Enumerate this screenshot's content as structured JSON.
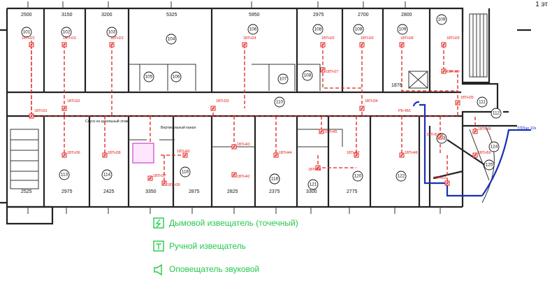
{
  "floor_label": "1 эт",
  "dimensions_top": [
    "2500",
    "3150",
    "3200",
    "5325",
    "5950",
    "2975",
    "2700",
    "2800"
  ],
  "dimensions_bottom": [
    "2525",
    "2975",
    "2425",
    "3350",
    "2875",
    "2825",
    "2375",
    "3300",
    "2775"
  ],
  "dimension_mid": "1876",
  "rooms": [
    "101",
    "102",
    "103",
    "104",
    "105",
    "106",
    "106",
    "107",
    "108",
    "108",
    "108",
    "109",
    "109",
    "110",
    "111",
    "112",
    "113",
    "114",
    "116",
    "118",
    "118",
    "120",
    "121",
    "122",
    "123",
    "124",
    "125"
  ],
  "detectors": [
    "1ВТН22",
    "1ВТН19",
    "1ВТН23",
    "1ВТН24",
    "1ВТН25",
    "1ВТН26",
    "1ВТН28",
    "1ВТН29",
    "1ВТН27",
    "1ВТН30",
    "1ВТН31",
    "1ВТН32",
    "1ВТН33",
    "1ВТН34",
    "1ВТН35",
    "1ВТН36",
    "1ВТН38",
    "1ВТН37",
    "1ВТН39",
    "1ВТН40",
    "1ВТН43",
    "1ВТН42",
    "1ВТН44",
    "1ВТН45",
    "1ВТН46",
    "1ВТН47",
    "1ВТН48",
    "1ВТН49",
    "1ВТН50",
    "1ВТН51",
    "1ВТН52"
  ],
  "notes": {
    "stairs_down": "Спуск на цокольный этаж",
    "vent_shaft": "Вертикальный канал",
    "junction": "РВ-4Б5",
    "cable": "ТППэп 10х"
  },
  "legend": [
    {
      "icon": "smoke-detector-icon",
      "label": "Дымовой извещатель (точечный)"
    },
    {
      "icon": "manual-call-point-icon",
      "label": "Ручной извещатель"
    },
    {
      "icon": "sounder-icon",
      "label": "Оповещатель звуковой"
    }
  ],
  "colors": {
    "legend": "#22c84a",
    "detector": "#e0201b",
    "cable": "#1a2fb8",
    "walls": "#222222"
  }
}
